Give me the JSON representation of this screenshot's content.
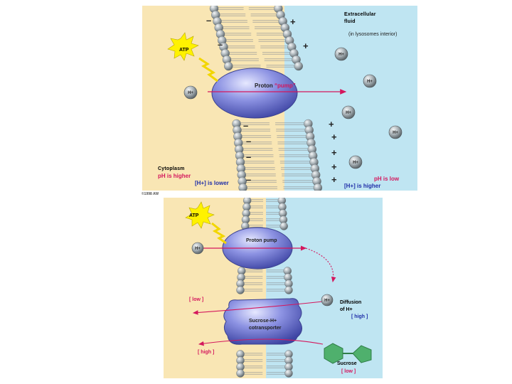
{
  "top": {
    "extracellular_title_1": "Extracellular",
    "extracellular_title_2": "fluid",
    "extracellular_note": "(in lysosomes interior)",
    "atp": "ATP",
    "pump_label_1": "Proton",
    "pump_label_2": "“pump”",
    "ion": "H+",
    "cytoplasm_title": "Cytoplasm",
    "ph_left": "pH is higher",
    "h_left": "[H+] is lower",
    "ph_right": "pH is low",
    "h_right": "[H+] is higher",
    "minus": "–",
    "plus": "+"
  },
  "copyright": "©1998 AW",
  "bottom": {
    "atp": "ATP",
    "pump_label": "Proton pump",
    "ion": "H+",
    "low_left": "[ low ]",
    "high_left": "[ high ]",
    "diffusion_1": "Diffusion",
    "diffusion_2": "of H+",
    "high_right": "[ high ]",
    "cotransporter_1": "Sucrose-H+",
    "cotransporter_2": "cotransporter",
    "sucrose": "Sucrose",
    "low_right": "[ low ]"
  },
  "colors": {
    "cytoplasm": "#f9e6b4",
    "extracellular": "#bfe5f2",
    "protein": "#7d84d8",
    "ion": "#8f9aa0",
    "atp": "#fff200",
    "arrow": "#d4175d",
    "sucrose": "#4fb06d"
  }
}
